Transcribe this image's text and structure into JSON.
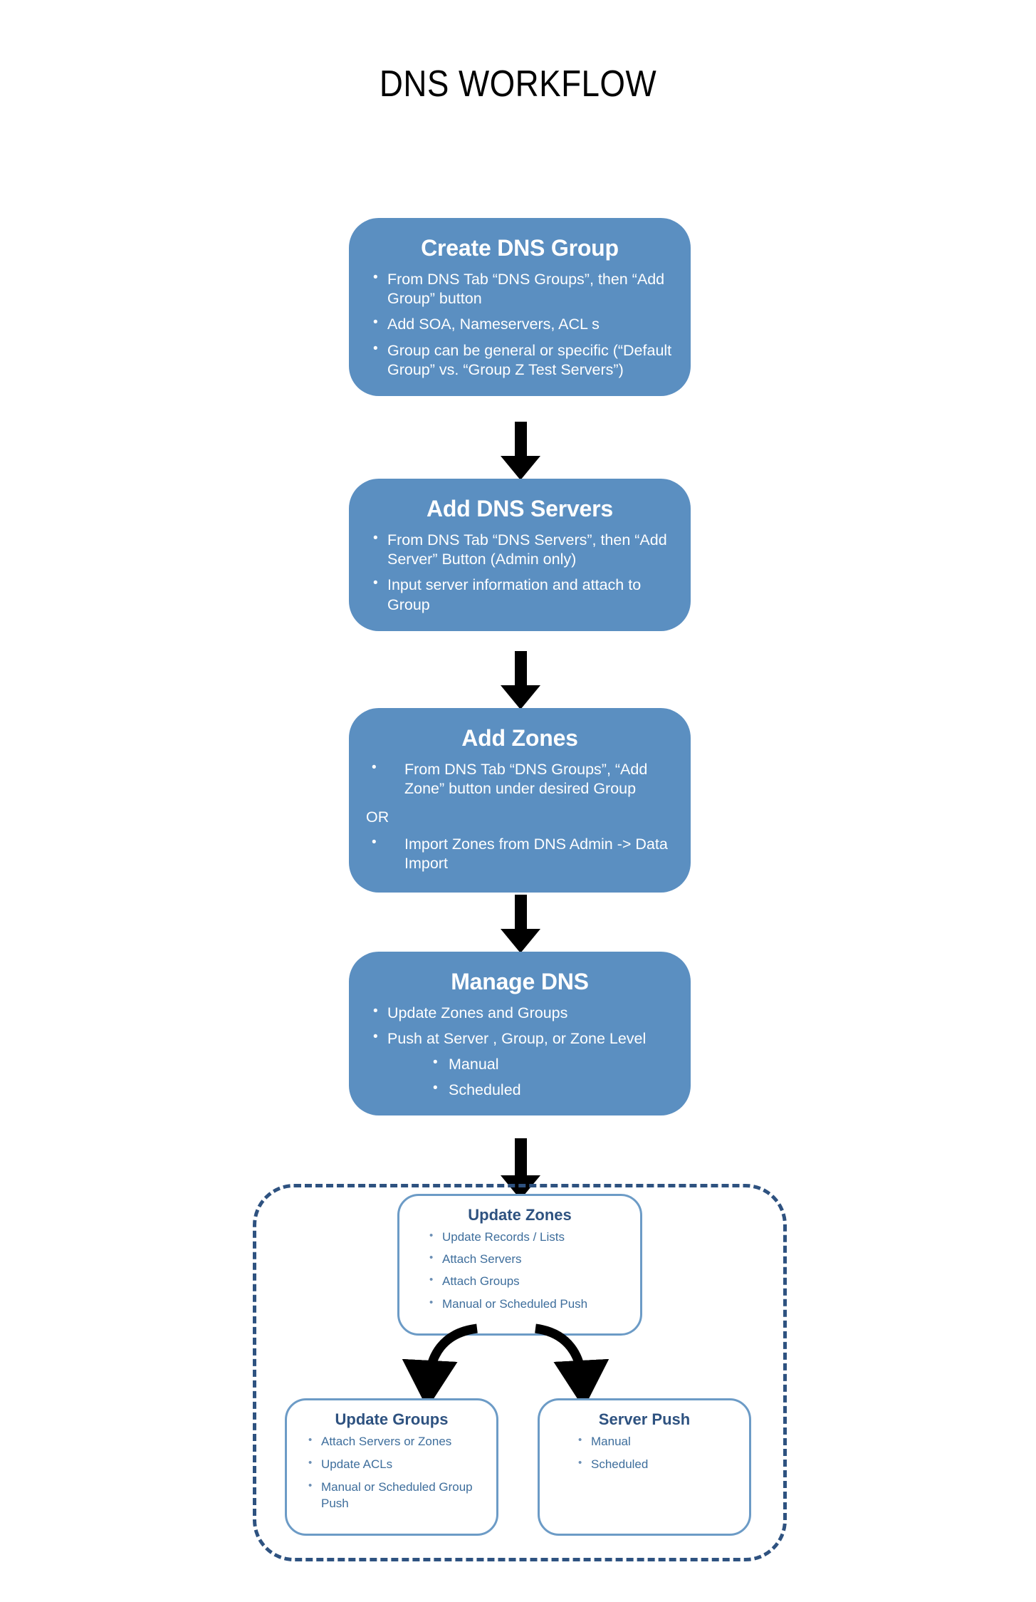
{
  "title": "DNS WORKFLOW",
  "colors": {
    "stage_fill": "#5B8FC1",
    "stage_text": "#FFFFFF",
    "dashed_border": "#2E5280",
    "subbox_border": "#6C9BC6",
    "subbox_title": "#2E5280",
    "subbox_text": "#3E6E9C",
    "arrow": "#000000",
    "background": "#FFFFFF"
  },
  "stages": [
    {
      "id": "create-dns-group",
      "title": "Create DNS Group",
      "bullets": [
        "From DNS Tab “DNS Groups”, then “Add Group” button",
        "Add SOA, Nameservers, ACL s",
        "Group can be general or specific (“Default Group” vs. “Group Z Test Servers”)"
      ]
    },
    {
      "id": "add-dns-servers",
      "title": "Add DNS Servers",
      "bullets": [
        "From DNS Tab “DNS Servers”, then “Add Server” Button (Admin only)",
        "Input server information and attach to Group"
      ]
    },
    {
      "id": "add-zones",
      "title": "Add  Zones",
      "bullets_a": [
        "From DNS Tab “DNS Groups”, “Add Zone” button under desired Group"
      ],
      "separator": "OR",
      "bullets_b": [
        "Import Zones from DNS Admin -> Data Import"
      ]
    },
    {
      "id": "manage-dns",
      "title": "Manage DNS",
      "bullets": [
        "Update Zones and Groups",
        "Push at Server , Group, or Zone Level"
      ],
      "sub_bullets": [
        "Manual",
        "Scheduled"
      ]
    }
  ],
  "detail_group": {
    "update_zones": {
      "title": "Update Zones",
      "bullets": [
        "Update Records / Lists",
        "Attach Servers",
        "Attach Groups",
        "Manual or Scheduled Push"
      ]
    },
    "update_groups": {
      "title": "Update Groups",
      "bullets": [
        "Attach Servers or Zones",
        "Update ACLs",
        "Manual or Scheduled Group Push"
      ]
    },
    "server_push": {
      "title": "Server Push",
      "bullets": [
        "Manual",
        "Scheduled"
      ]
    }
  }
}
